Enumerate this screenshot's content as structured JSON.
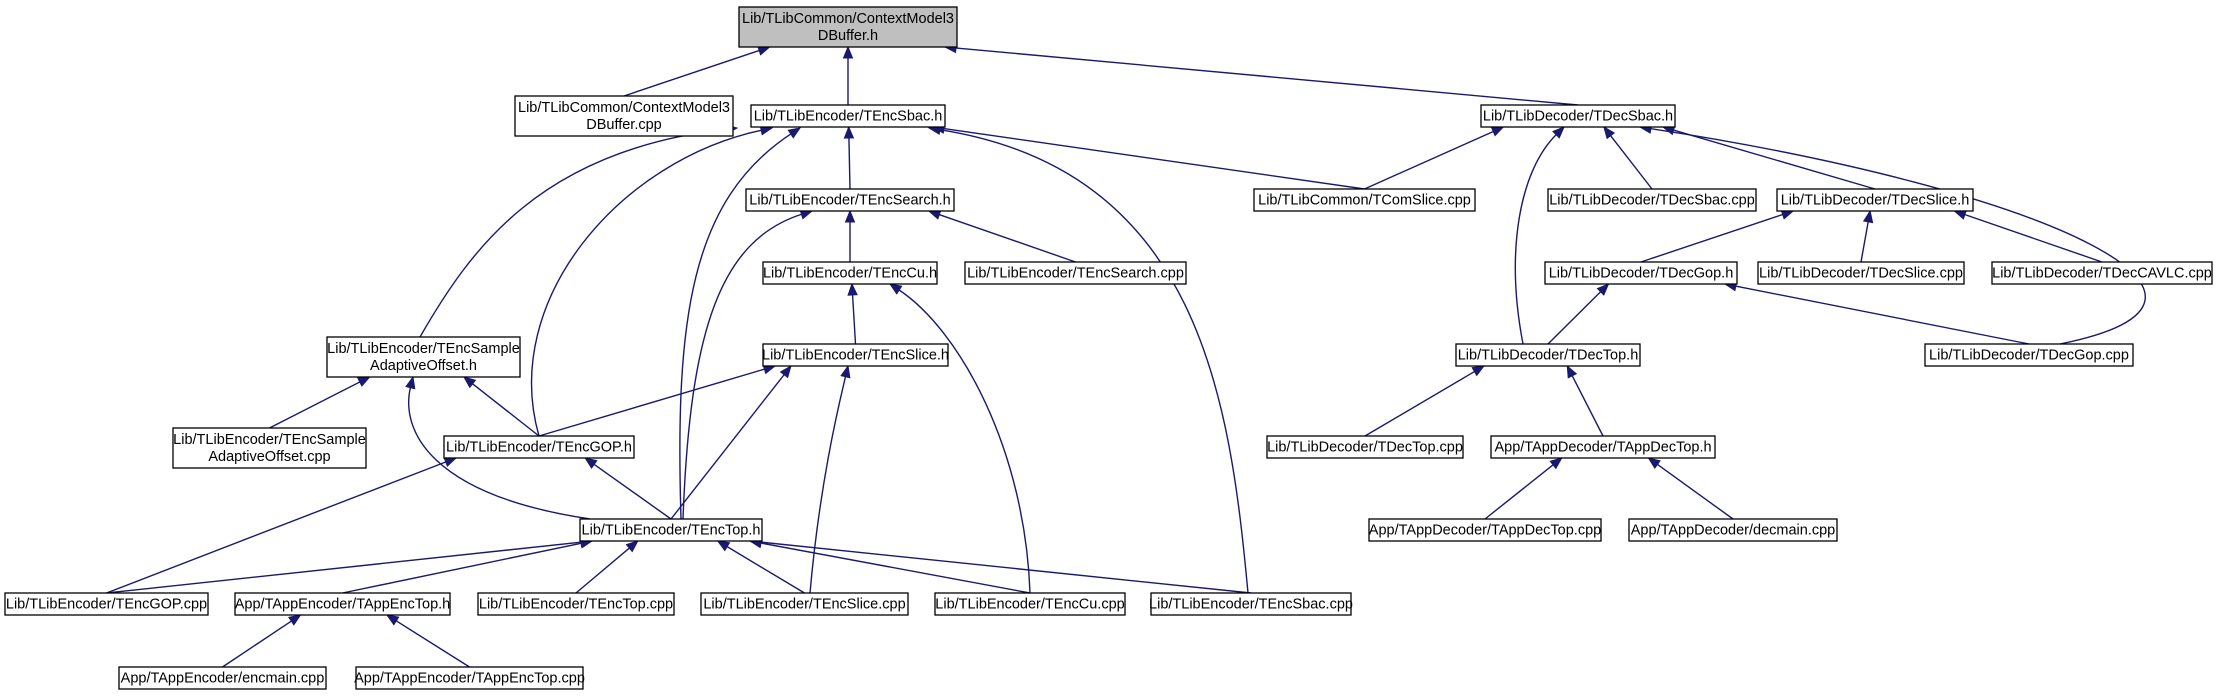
{
  "graph": {
    "nodes": [
      {
        "id": "ctx_h",
        "lines": [
          "Lib/TLibCommon/ContextModel3",
          "DBuffer.h"
        ],
        "root": true
      },
      {
        "id": "ctx_cpp",
        "lines": [
          "Lib/TLibCommon/ContextModel3",
          "DBuffer.cpp"
        ]
      },
      {
        "id": "encsbac_h",
        "lines": [
          "Lib/TLibEncoder/TEncSbac.h"
        ]
      },
      {
        "id": "decsbac_h",
        "lines": [
          "Lib/TLibDecoder/TDecSbac.h"
        ]
      },
      {
        "id": "encsearch_h",
        "lines": [
          "Lib/TLibEncoder/TEncSearch.h"
        ]
      },
      {
        "id": "comslice_cpp",
        "lines": [
          "Lib/TLibCommon/TComSlice.cpp"
        ]
      },
      {
        "id": "decsbac_cpp",
        "lines": [
          "Lib/TLibDecoder/TDecSbac.cpp"
        ]
      },
      {
        "id": "decslice_h",
        "lines": [
          "Lib/TLibDecoder/TDecSlice.h"
        ]
      },
      {
        "id": "enccu_h",
        "lines": [
          "Lib/TLibEncoder/TEncCu.h"
        ]
      },
      {
        "id": "encsearch_cpp",
        "lines": [
          "Lib/TLibEncoder/TEncSearch.cpp"
        ]
      },
      {
        "id": "decgop_h",
        "lines": [
          "Lib/TLibDecoder/TDecGop.h"
        ]
      },
      {
        "id": "decslice_cpp",
        "lines": [
          "Lib/TLibDecoder/TDecSlice.cpp"
        ]
      },
      {
        "id": "deccavlc_cpp",
        "lines": [
          "Lib/TLibDecoder/TDecCAVLC.cpp"
        ]
      },
      {
        "id": "encsao_h",
        "lines": [
          "Lib/TLibEncoder/TEncSample",
          "AdaptiveOffset.h"
        ]
      },
      {
        "id": "encslice_h",
        "lines": [
          "Lib/TLibEncoder/TEncSlice.h"
        ]
      },
      {
        "id": "dectop_h",
        "lines": [
          "Lib/TLibDecoder/TDecTop.h"
        ]
      },
      {
        "id": "decgop_cpp",
        "lines": [
          "Lib/TLibDecoder/TDecGop.cpp"
        ]
      },
      {
        "id": "encsao_cpp",
        "lines": [
          "Lib/TLibEncoder/TEncSample",
          "AdaptiveOffset.cpp"
        ]
      },
      {
        "id": "encgop_h",
        "lines": [
          "Lib/TLibEncoder/TEncGOP.h"
        ]
      },
      {
        "id": "dectop_cpp",
        "lines": [
          "Lib/TLibDecoder/TDecTop.cpp"
        ]
      },
      {
        "id": "appdectop_h",
        "lines": [
          "App/TAppDecoder/TAppDecTop.h"
        ]
      },
      {
        "id": "enctop_h",
        "lines": [
          "Lib/TLibEncoder/TEncTop.h"
        ]
      },
      {
        "id": "appdectop_cpp",
        "lines": [
          "App/TAppDecoder/TAppDecTop.cpp"
        ]
      },
      {
        "id": "decmain_cpp",
        "lines": [
          "App/TAppDecoder/decmain.cpp"
        ]
      },
      {
        "id": "encgop_cpp",
        "lines": [
          "Lib/TLibEncoder/TEncGOP.cpp"
        ]
      },
      {
        "id": "appenctop_h",
        "lines": [
          "App/TAppEncoder/TAppEncTop.h"
        ]
      },
      {
        "id": "enctop_cpp",
        "lines": [
          "Lib/TLibEncoder/TEncTop.cpp"
        ]
      },
      {
        "id": "encslice_cpp",
        "lines": [
          "Lib/TLibEncoder/TEncSlice.cpp"
        ]
      },
      {
        "id": "enccu_cpp",
        "lines": [
          "Lib/TLibEncoder/TEncCu.cpp"
        ]
      },
      {
        "id": "encsbac_cpp",
        "lines": [
          "Lib/TLibEncoder/TEncSbac.cpp"
        ]
      },
      {
        "id": "encmain_cpp",
        "lines": [
          "App/TAppEncoder/encmain.cpp"
        ]
      },
      {
        "id": "appenctop_cpp",
        "lines": [
          "App/TAppEncoder/TAppEncTop.cpp"
        ]
      }
    ],
    "edges": [
      {
        "from": "ctx_cpp",
        "to": "ctx_h"
      },
      {
        "from": "encsbac_h",
        "to": "ctx_h"
      },
      {
        "from": "decsbac_h",
        "to": "ctx_h"
      },
      {
        "from": "encsearch_h",
        "to": "encsbac_h"
      },
      {
        "from": "comslice_cpp",
        "to": "encsbac_h"
      },
      {
        "from": "encsao_h",
        "to": "encsbac_h"
      },
      {
        "from": "encgop_h",
        "to": "encsbac_h"
      },
      {
        "from": "enctop_h",
        "to": "encsbac_h"
      },
      {
        "from": "encsbac_cpp",
        "to": "encsbac_h"
      },
      {
        "from": "comslice_cpp",
        "to": "decsbac_h"
      },
      {
        "from": "decsbac_cpp",
        "to": "decsbac_h"
      },
      {
        "from": "decslice_h",
        "to": "decsbac_h"
      },
      {
        "from": "dectop_h",
        "to": "decsbac_h"
      },
      {
        "from": "decgop_cpp",
        "to": "decsbac_h"
      },
      {
        "from": "enccu_h",
        "to": "encsearch_h"
      },
      {
        "from": "encsearch_cpp",
        "to": "encsearch_h"
      },
      {
        "from": "enctop_h",
        "to": "encsearch_h"
      },
      {
        "from": "encslice_h",
        "to": "enccu_h"
      },
      {
        "from": "enccu_cpp",
        "to": "enccu_h"
      },
      {
        "from": "decgop_h",
        "to": "decslice_h"
      },
      {
        "from": "decslice_cpp",
        "to": "decslice_h"
      },
      {
        "from": "deccavlc_cpp",
        "to": "decslice_h"
      },
      {
        "from": "dectop_h",
        "to": "decgop_h"
      },
      {
        "from": "decgop_cpp",
        "to": "decgop_h"
      },
      {
        "from": "encsao_cpp",
        "to": "encsao_h"
      },
      {
        "from": "encgop_h",
        "to": "encsao_h"
      },
      {
        "from": "enctop_h",
        "to": "encsao_h"
      },
      {
        "from": "encgop_h",
        "to": "encslice_h"
      },
      {
        "from": "enctop_h",
        "to": "encslice_h"
      },
      {
        "from": "encslice_cpp",
        "to": "encslice_h"
      },
      {
        "from": "dectop_cpp",
        "to": "dectop_h"
      },
      {
        "from": "appdectop_h",
        "to": "dectop_h"
      },
      {
        "from": "enctop_h",
        "to": "encgop_h"
      },
      {
        "from": "encgop_cpp",
        "to": "encgop_h"
      },
      {
        "from": "appdectop_cpp",
        "to": "appdectop_h"
      },
      {
        "from": "decmain_cpp",
        "to": "appdectop_h"
      },
      {
        "from": "encgop_cpp",
        "to": "enctop_h"
      },
      {
        "from": "appenctop_h",
        "to": "enctop_h"
      },
      {
        "from": "enctop_cpp",
        "to": "enctop_h"
      },
      {
        "from": "encslice_cpp",
        "to": "enctop_h"
      },
      {
        "from": "enccu_cpp",
        "to": "enctop_h"
      },
      {
        "from": "encsbac_cpp",
        "to": "enctop_h"
      },
      {
        "from": "encmain_cpp",
        "to": "appenctop_h"
      },
      {
        "from": "appenctop_cpp",
        "to": "appenctop_h"
      }
    ]
  }
}
